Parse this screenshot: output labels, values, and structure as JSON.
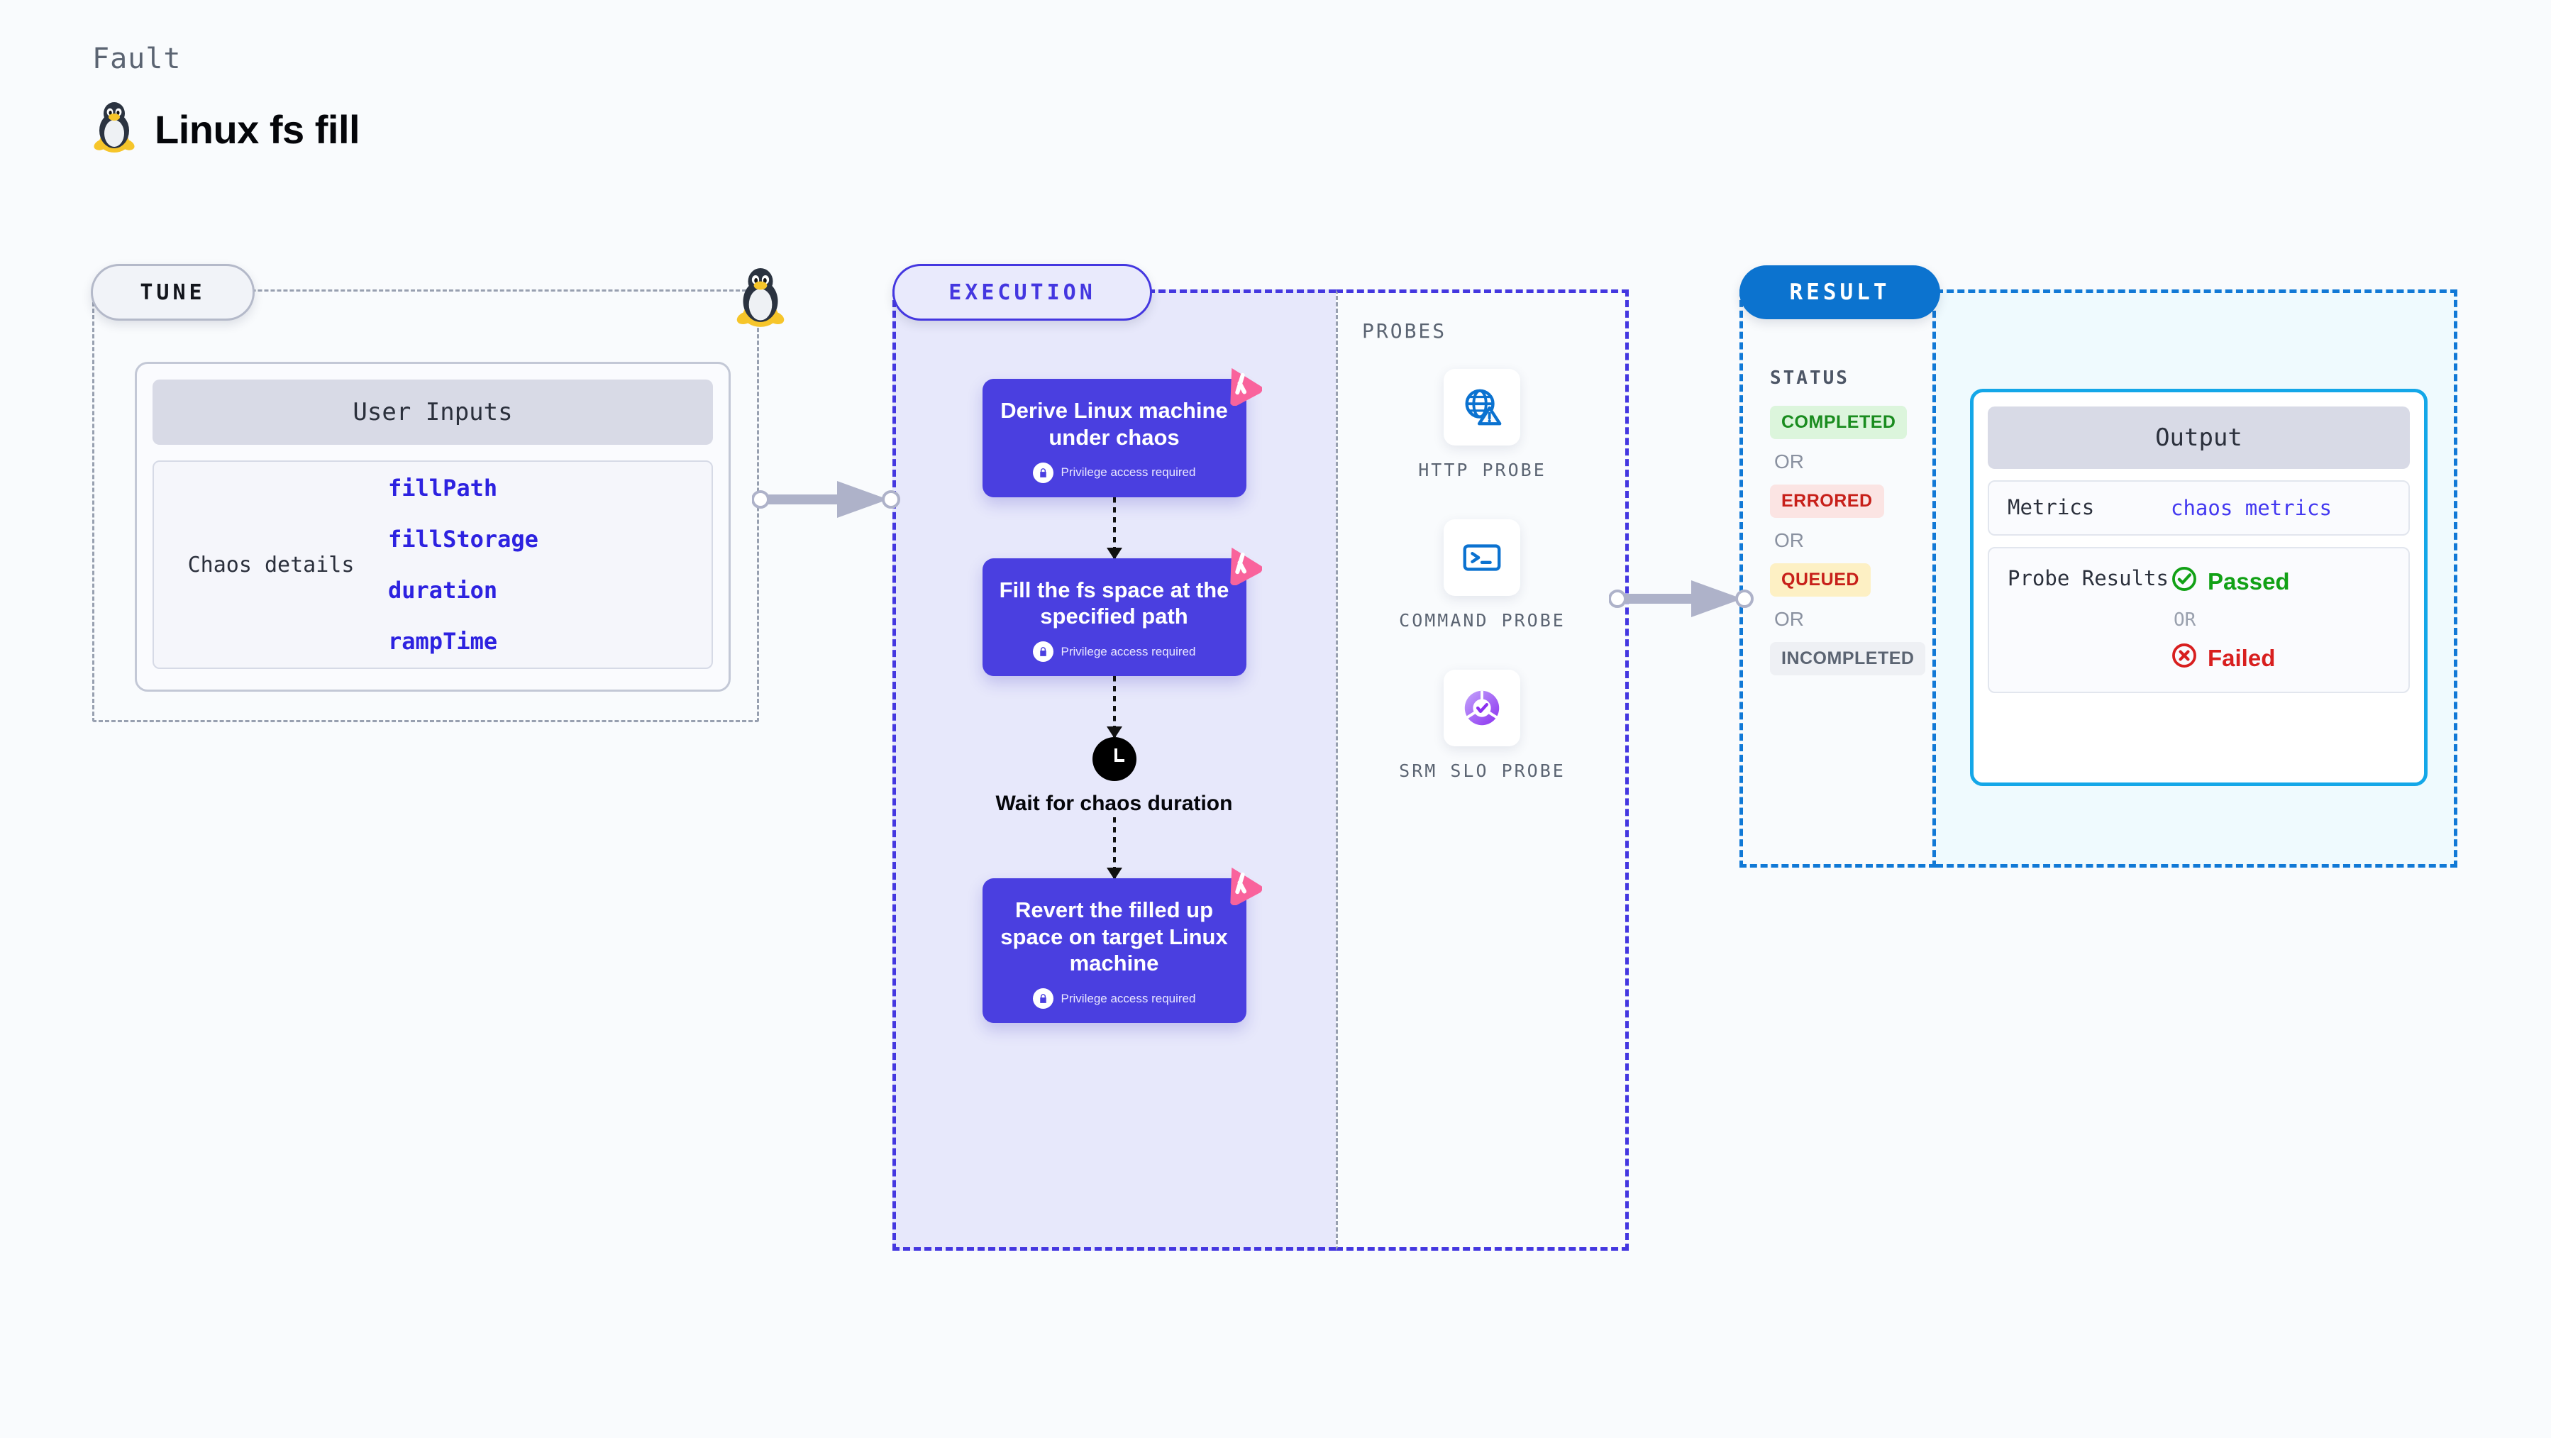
{
  "header": {
    "kicker": "Fault",
    "title": "Linux fs fill",
    "icon": "tux-penguin-icon"
  },
  "tune": {
    "pill_label": "TUNE",
    "platform_icon": "tux-penguin-icon",
    "user_inputs_header": "User Inputs",
    "details_label": "Chaos details",
    "parameters": [
      "fillPath",
      "fillStorage",
      "duration",
      "rampTime"
    ]
  },
  "execution": {
    "pill_label": "EXECUTION",
    "privilege_note": "Privilege access required",
    "steps": [
      {
        "title": "Derive Linux machine under chaos",
        "privileged": true,
        "ribbon": "chaos-ribbon-icon"
      },
      {
        "title": "Fill the fs space at the specified path",
        "privileged": true,
        "ribbon": "chaos-ribbon-icon"
      },
      {
        "title": "Revert the filled up space on target Linux machine",
        "privileged": true,
        "ribbon": "chaos-ribbon-icon"
      }
    ],
    "wait_node": {
      "label": "Wait for chaos duration",
      "icon": "clock-icon"
    }
  },
  "probes": {
    "label": "PROBES",
    "items": [
      {
        "name": "HTTP PROBE",
        "icon": "globe-warning-icon"
      },
      {
        "name": "COMMAND PROBE",
        "icon": "terminal-icon"
      },
      {
        "name": "SRM SLO PROBE",
        "icon": "slo-donut-check-icon"
      }
    ]
  },
  "result": {
    "pill_label": "RESULT",
    "status_label": "STATUS",
    "or_label": "OR",
    "statuses": [
      {
        "label": "COMPLETED",
        "color": "#1a8c1f",
        "background": "#dcf5dc"
      },
      {
        "label": "ERRORED",
        "color": "#c7201a",
        "background": "#fbe4e3"
      },
      {
        "label": "QUEUED",
        "color": "#c7201a",
        "background": "#fdf0c4"
      },
      {
        "label": "INCOMPLETED",
        "color": "#5b6472",
        "background": "#eef0f4"
      }
    ]
  },
  "output": {
    "header": "Output",
    "metrics_key": "Metrics",
    "metrics_value": "chaos metrics",
    "probe_results_key": "Probe Results",
    "passed_label": "Passed",
    "failed_label": "Failed",
    "or_label": "OR",
    "passed_icon": "check-circle-icon",
    "failed_icon": "x-circle-icon"
  },
  "colors": {
    "canvas": "#f9fbfd",
    "execution_accent": "#4437e0",
    "execution_panel": "#e7e8fb",
    "result_accent": "#1179d6",
    "output_accent": "#14a7e8",
    "ribbon_pink": "#f9639c",
    "param_blue": "#2d22e0"
  }
}
